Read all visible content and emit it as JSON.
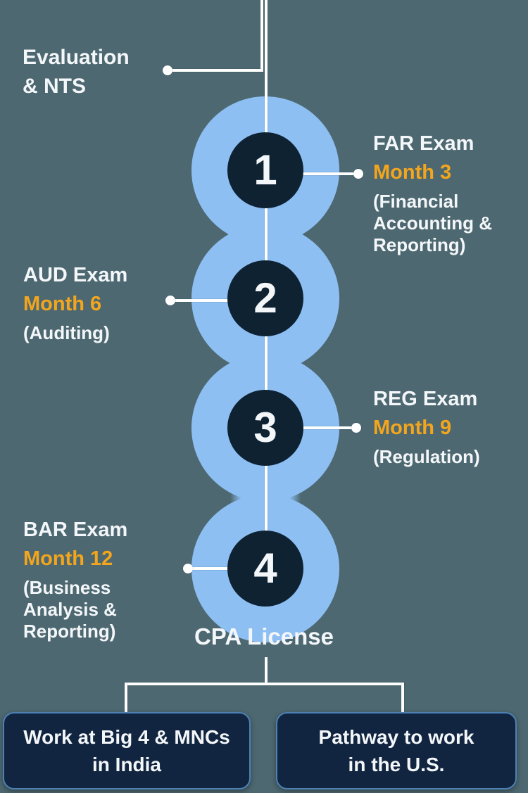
{
  "colors": {
    "background": "#4D6871",
    "accent_yellow": "#F3A61D",
    "glow_blue": "#8DBFF3",
    "ring_sage": "#C7D7D0",
    "ring_teal": "#1D4A57",
    "circle_navy": "#0E2232",
    "box_navy": "#112540",
    "box_border": "#4D81B3",
    "line_white": "#FFFFFF"
  },
  "evaluation_label": "Evaluation\n& NTS",
  "steps": [
    {
      "number": "1",
      "title": "FAR Exam",
      "month": "Month 3",
      "description": "(Financial\nAccounting &\nReporting)"
    },
    {
      "number": "2",
      "title": "AUD Exam",
      "month": "Month 6",
      "description": "(Auditing)"
    },
    {
      "number": "3",
      "title": "REG Exam",
      "month": "Month 9",
      "description": "(Regulation)"
    },
    {
      "number": "4",
      "title": "BAR Exam",
      "month": "Month 12",
      "description": "(Business\nAnalysis &\nReporting)"
    }
  ],
  "license_label": "CPA License",
  "outcomes": [
    {
      "label": "Work at Big 4 & MNCs\nin India"
    },
    {
      "label": "Pathway to work\nin the U.S."
    }
  ]
}
